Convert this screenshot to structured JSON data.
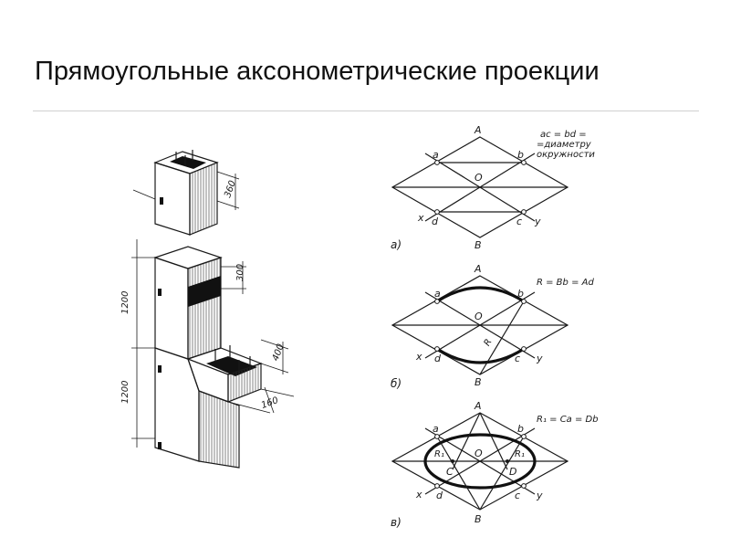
{
  "title": "Прямоугольные аксонометрические проекции",
  "column": {
    "dims": {
      "d360": "360",
      "d300": "300",
      "d1200a": "1200",
      "d1200b": "1200",
      "d400": "400",
      "d160": "160"
    }
  },
  "diagram_a": {
    "A": "A",
    "B": "B",
    "a": "a",
    "b": "b",
    "c": "c",
    "d": "d",
    "O": "O",
    "x": "x",
    "y": "y",
    "tag": "а)",
    "note1": "ac = bd =",
    "note2": "=диаметру",
    "note3": "окружности"
  },
  "diagram_b": {
    "A": "A",
    "B": "B",
    "a": "a",
    "b": "b",
    "c": "c",
    "d": "d",
    "O": "O",
    "x": "x",
    "y": "y",
    "R": "R",
    "tag": "б)",
    "note": "R = Bb = Ad"
  },
  "diagram_c": {
    "A": "A",
    "B": "B",
    "a": "a",
    "b": "b",
    "c": "c",
    "d": "d",
    "O": "O",
    "x": "x",
    "y": "y",
    "C": "C",
    "D": "D",
    "R1a": "R₁",
    "R1b": "R₁",
    "tag": "в)",
    "note": "R₁ = Ca = Db"
  }
}
